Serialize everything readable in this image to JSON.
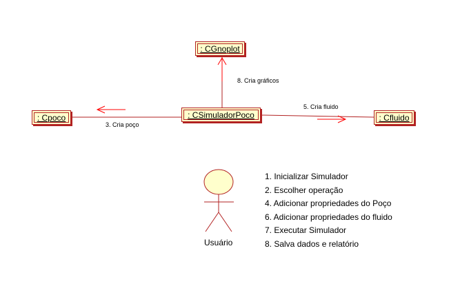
{
  "objects": {
    "cgnoplot": ": CGnoplot",
    "csimulador": ": CSimuladorPoco",
    "cpoco": ": Cpoco",
    "cfluido": ": Cfluido"
  },
  "messages": {
    "graficos": "8. Cria gráficos",
    "fluido": "5. Cria fluido",
    "poco": "3. Cria poço"
  },
  "actor": {
    "name": "Usuário"
  },
  "legend": [
    "1. Inicializar Simulador",
    "2. Escolher operação",
    "4. Adicionar propriedades do Poço",
    "6. Adicionar propriedades do fluido",
    "7. Executar Simulador",
    "8. Salva dados e relatório"
  ],
  "colors": {
    "line": "#b22222",
    "arrow": "#ff0000",
    "box_fill": "#ffffcc",
    "actor_fill": "#ffffcc"
  }
}
